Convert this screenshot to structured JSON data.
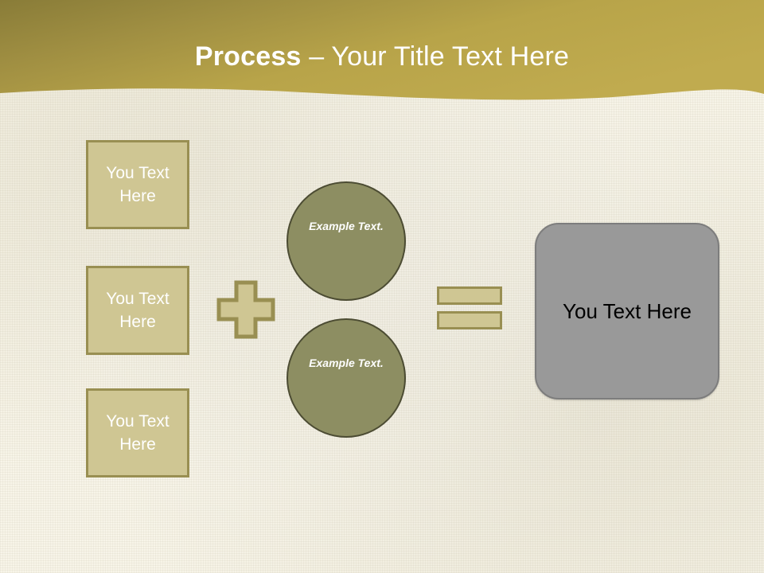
{
  "slide": {
    "title": {
      "strong": "Process",
      "rest": " – Your Title Text Here"
    },
    "theme": {
      "header_gradient_from": "#8a7d3a",
      "header_gradient_to": "#bfa94e",
      "background": "#f7f4e8",
      "tan_fill": "#cfc693",
      "tan_border": "#998f52",
      "circle_fill": "#8d8e62",
      "circle_border": "#4c4c33",
      "result_fill": "#999999",
      "result_border": "#7d7d7d",
      "title_color": "#ffffff",
      "result_text_color": "#000000"
    },
    "inputs": [
      {
        "label": "You Text Here"
      },
      {
        "label": "You Text Here"
      },
      {
        "label": "You Text Here"
      }
    ],
    "operators": {
      "plus": "+",
      "equals": "="
    },
    "circles": [
      {
        "label": "Example Text."
      },
      {
        "label": "Example Text."
      }
    ],
    "result": {
      "label": "You Text Here"
    }
  }
}
